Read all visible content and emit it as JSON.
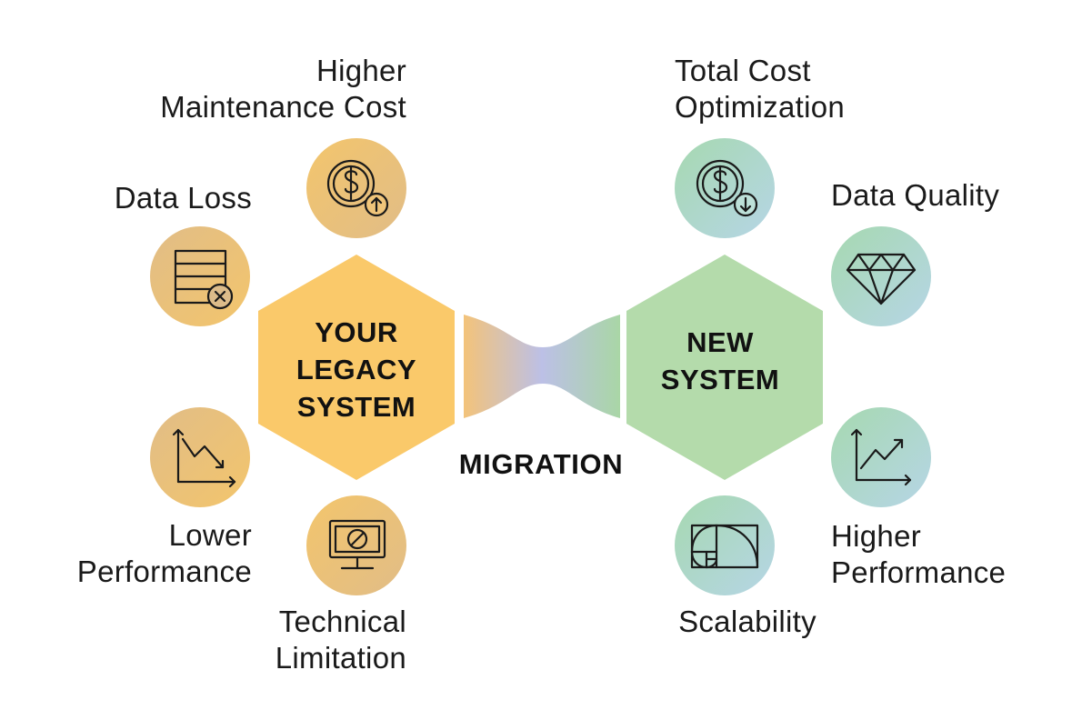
{
  "colors": {
    "legacy_hex": "#fac96a",
    "new_hex": "#b4dbab",
    "legacy_circle_light": "#f3c56c",
    "legacy_circle_dark": "#e1bd87",
    "new_circle_green": "#a6d8b0",
    "new_circle_blue": "#b6d6e6",
    "bridge_orange": "#f3c37a",
    "bridge_purple": "#bcc0e6",
    "bridge_green": "#a9d6a6"
  },
  "legacy": {
    "title_lines": [
      "YOUR",
      "LEGACY",
      "SYSTEM"
    ],
    "issues": [
      {
        "lines": [
          "Higher",
          "Maintenance Cost"
        ],
        "icon": "dollar-up-icon"
      },
      {
        "lines": [
          "Data Loss"
        ],
        "icon": "database-x-icon"
      },
      {
        "lines": [
          "Lower",
          "Performance"
        ],
        "icon": "chart-down-icon"
      },
      {
        "lines": [
          "Technical",
          "Limitation"
        ],
        "icon": "monitor-blocked-icon"
      }
    ]
  },
  "migration_label": "MIGRATION",
  "new_system": {
    "title_lines": [
      "NEW",
      "SYSTEM"
    ],
    "benefits": [
      {
        "lines": [
          "Total Cost",
          "Optimization"
        ],
        "icon": "dollar-down-icon"
      },
      {
        "lines": [
          "Data Quality"
        ],
        "icon": "diamond-icon"
      },
      {
        "lines": [
          "Higher",
          "Performance"
        ],
        "icon": "chart-up-icon"
      },
      {
        "lines": [
          "Scalability"
        ],
        "icon": "golden-ratio-icon"
      }
    ]
  }
}
